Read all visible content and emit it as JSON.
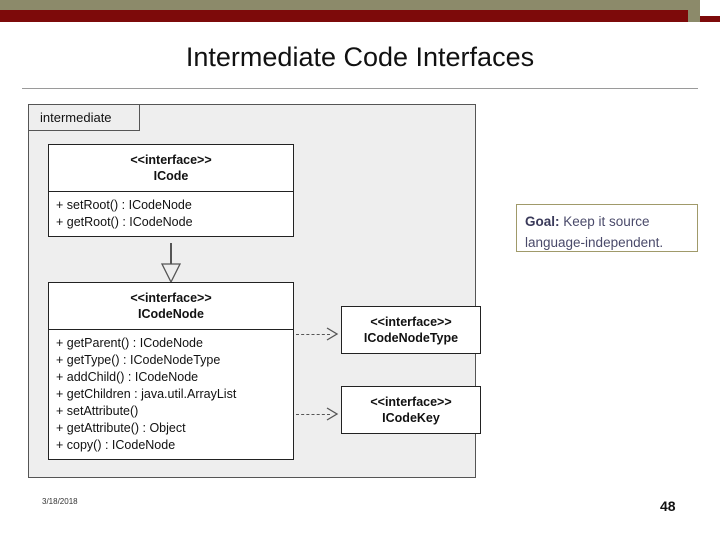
{
  "slide": {
    "title": "Intermediate Code Interfaces",
    "date": "3/18/2018",
    "page_number": "48"
  },
  "colors": {
    "topbar_olive": "#8c8a6a",
    "topbar_dark_red": "#7d0a0a",
    "package_fill": "#eeeeee",
    "class_fill": "#ffffff",
    "callout_border": "#a09a6a",
    "callout_text": "#4a4a6a"
  },
  "package": {
    "name": "intermediate"
  },
  "classes": [
    {
      "stereotype": "<<interface>>",
      "name": "ICode",
      "members": [
        "+ setRoot() : ICodeNode",
        "+ getRoot() : ICodeNode"
      ]
    },
    {
      "stereotype": "<<interface>>",
      "name": "ICodeNode",
      "members": [
        "+ getParent() : ICodeNode",
        "+ getType() : ICodeNodeType",
        "+ addChild() : ICodeNode",
        "+ getChildren : java.util.ArrayList",
        "+ setAttribute()",
        "+ getAttribute() : Object",
        "+ copy() : ICodeNode"
      ]
    },
    {
      "stereotype": "<<interface>>",
      "name": "ICodeNodeType",
      "members": []
    },
    {
      "stereotype": "<<interface>>",
      "name": "ICodeKey",
      "members": []
    }
  ],
  "callout": {
    "label": "Goal:",
    "text_rest": " Keep it source",
    "line2": "language-independent."
  }
}
